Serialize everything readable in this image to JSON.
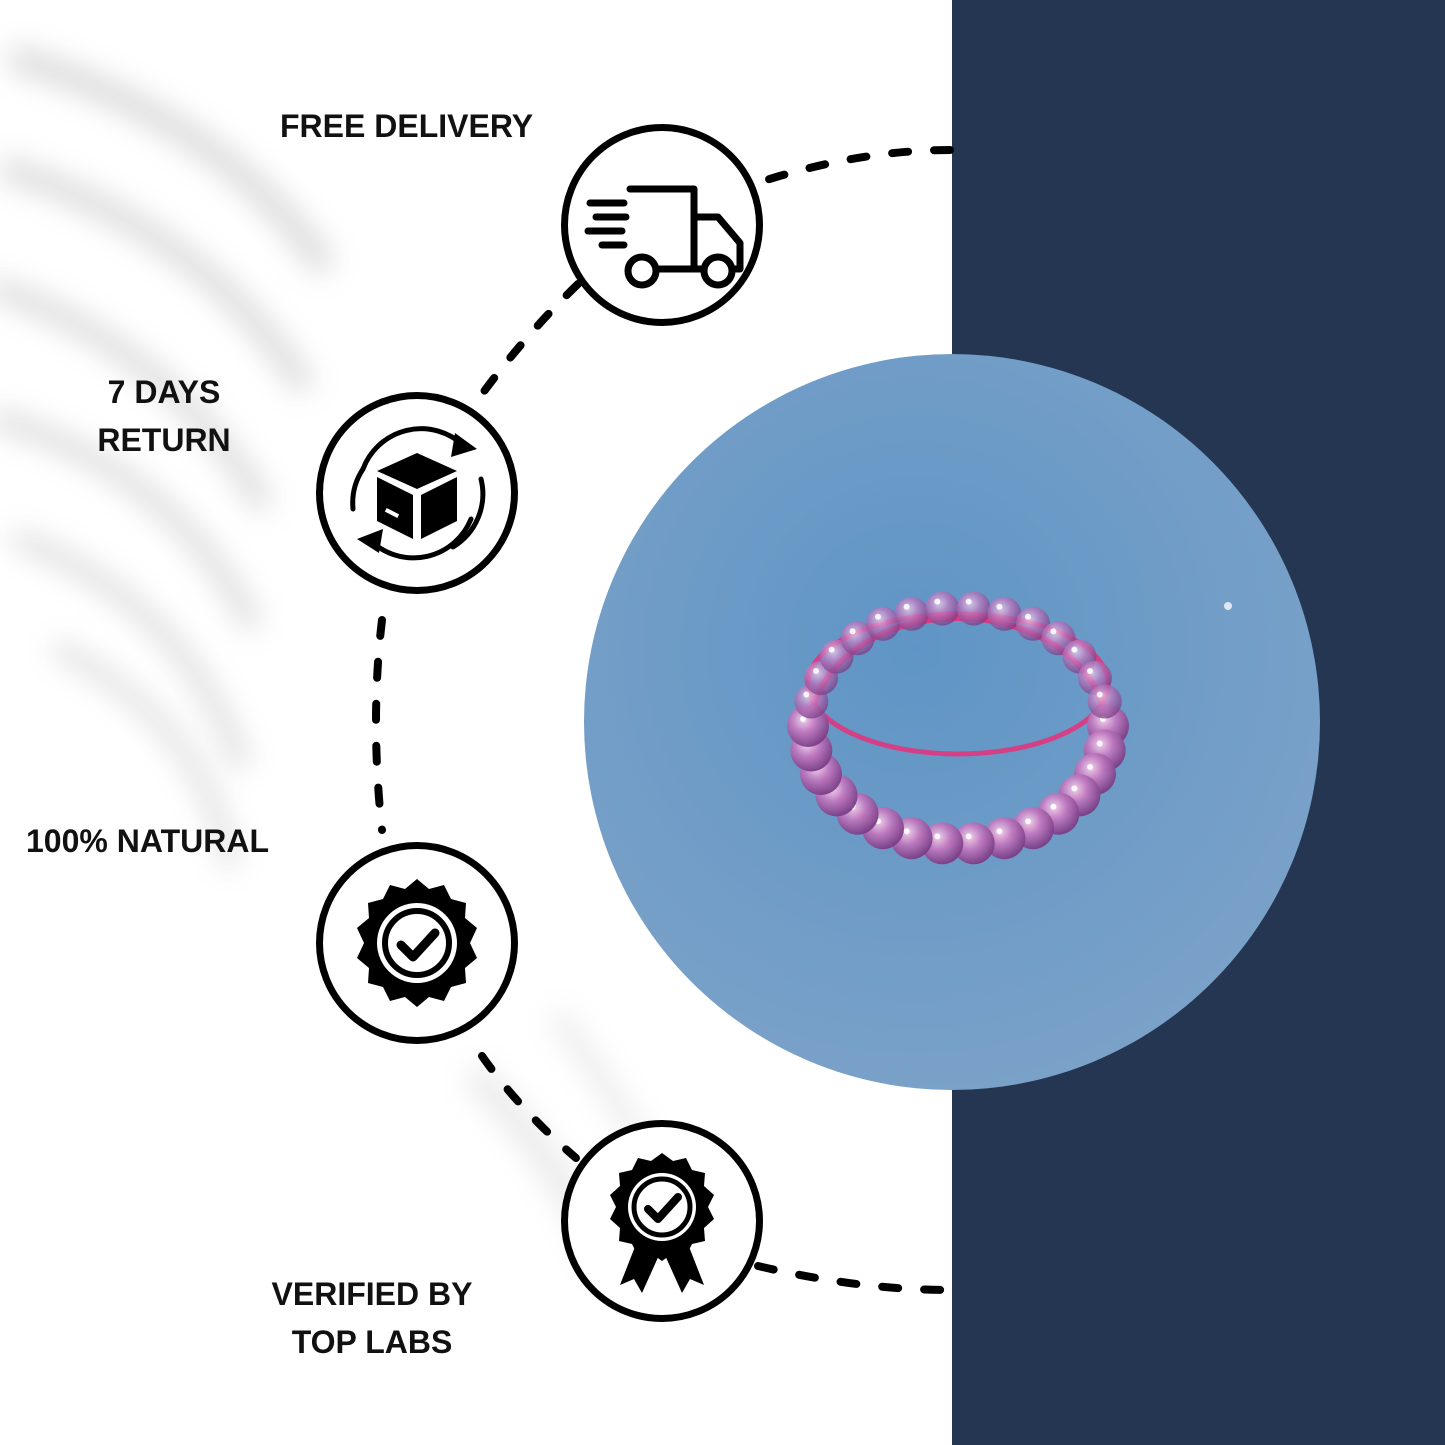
{
  "features": [
    {
      "id": "free-delivery",
      "lines": [
        "FREE  DELIVERY"
      ],
      "icon": "delivery-truck-icon"
    },
    {
      "id": "return",
      "lines": [
        "7 DAYS",
        "RETURN"
      ],
      "icon": "box-return-icon"
    },
    {
      "id": "natural",
      "lines": [
        "100% NATURAL"
      ],
      "icon": "check-seal-icon"
    },
    {
      "id": "verified",
      "lines": [
        "VERIFIED BY",
        "TOP LABS"
      ],
      "icon": "award-ribbon-icon"
    }
  ],
  "product": {
    "image": "pink-amethyst-bead-bracelet"
  },
  "colors": {
    "panel": "#243651",
    "product_background": "#5b8fbe",
    "beads": "#b05fae",
    "cord": "#e8307a",
    "ink": "#000000"
  }
}
